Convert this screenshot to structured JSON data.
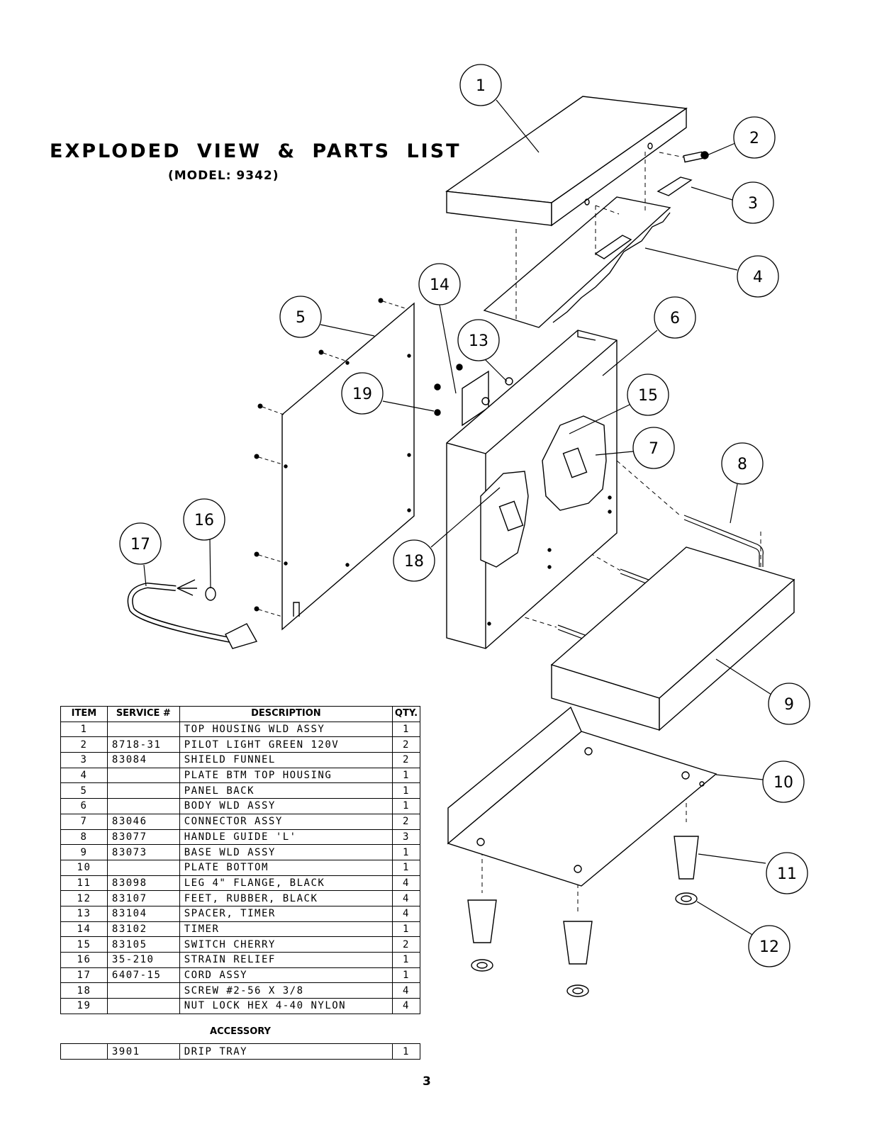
{
  "header": {
    "title": "EXPLODED VIEW & PARTS LIST",
    "subtitle": "(MODEL: 9342)"
  },
  "callouts": [
    "1",
    "2",
    "3",
    "4",
    "5",
    "6",
    "7",
    "8",
    "9",
    "10",
    "11",
    "12",
    "13",
    "14",
    "15",
    "16",
    "17",
    "18",
    "19"
  ],
  "parts_table": {
    "headers": [
      "ITEM",
      "SERVICE #",
      "DESCRIPTION",
      "QTY."
    ],
    "rows": [
      {
        "item": "1",
        "service": "",
        "description": "TOP HOUSING WLD ASSY",
        "qty": "1"
      },
      {
        "item": "2",
        "service": "8718-31",
        "description": "PILOT LIGHT GREEN 120V",
        "qty": "2"
      },
      {
        "item": "3",
        "service": "83084",
        "description": "SHIELD FUNNEL",
        "qty": "2"
      },
      {
        "item": "4",
        "service": "",
        "description": "PLATE BTM TOP HOUSING",
        "qty": "1"
      },
      {
        "item": "5",
        "service": "",
        "description": "PANEL BACK",
        "qty": "1"
      },
      {
        "item": "6",
        "service": "",
        "description": "BODY WLD ASSY",
        "qty": "1"
      },
      {
        "item": "7",
        "service": "83046",
        "description": "CONNECTOR ASSY",
        "qty": "2"
      },
      {
        "item": "8",
        "service": "83077",
        "description": "HANDLE GUIDE 'L'",
        "qty": "3"
      },
      {
        "item": "9",
        "service": "83073",
        "description": "BASE WLD ASSY",
        "qty": "1"
      },
      {
        "item": "10",
        "service": "",
        "description": "PLATE BOTTOM",
        "qty": "1"
      },
      {
        "item": "11",
        "service": "83098",
        "description": "LEG 4\" FLANGE, BLACK",
        "qty": "4"
      },
      {
        "item": "12",
        "service": "83107",
        "description": "FEET, RUBBER, BLACK",
        "qty": "4"
      },
      {
        "item": "13",
        "service": "83104",
        "description": "SPACER, TIMER",
        "qty": "4"
      },
      {
        "item": "14",
        "service": "83102",
        "description": "TIMER",
        "qty": "1"
      },
      {
        "item": "15",
        "service": "83105",
        "description": "SWITCH CHERRY",
        "qty": "2"
      },
      {
        "item": "16",
        "service": "35-210",
        "description": "STRAIN RELIEF",
        "qty": "1"
      },
      {
        "item": "17",
        "service": "6407-15",
        "description": "CORD ASSY",
        "qty": "1"
      },
      {
        "item": "18",
        "service": "",
        "description": "SCREW #2-56 X 3/8",
        "qty": "4"
      },
      {
        "item": "19",
        "service": "",
        "description": "NUT LOCK HEX 4-40 NYLON",
        "qty": "4"
      }
    ]
  },
  "accessory": {
    "title": "ACCESSORY",
    "item": "",
    "service": "3901",
    "description": "DRIP TRAY",
    "qty": "1"
  },
  "page_number": "3"
}
